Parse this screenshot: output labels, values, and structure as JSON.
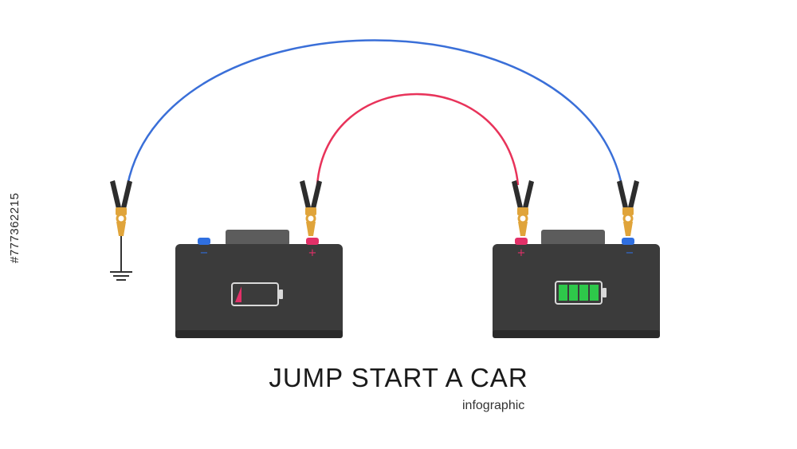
{
  "title": "JUMP START A CAR",
  "subtitle": "infographic",
  "side_id": "#777362215",
  "colors": {
    "negative_cable": "#3a6fd8",
    "positive_cable": "#e8335a",
    "battery_body": "#3b3b3b",
    "battery_top": "#5c5c5c",
    "clamp_handle": "#2d2d2d",
    "clamp_jaw": "#e0a43a",
    "terminal_negative": "#2f6fe0",
    "terminal_positive": "#e23068",
    "charge_full": "#2ec84a",
    "charge_low": "#e23068"
  },
  "diagram": {
    "dead_battery": {
      "terminal_left_sign": "−",
      "terminal_right_sign": "+",
      "charge_level": "low"
    },
    "good_battery": {
      "terminal_left_sign": "+",
      "terminal_right_sign": "−",
      "charge_level": "full",
      "charge_cells": 4
    },
    "icons": [
      "ground-symbol-icon",
      "battery-level-low-icon",
      "battery-level-full-icon",
      "alligator-clamp-icon"
    ]
  }
}
